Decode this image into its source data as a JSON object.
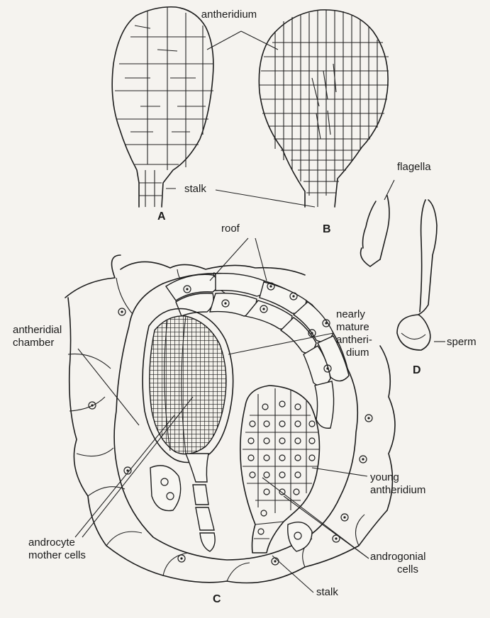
{
  "labels": {
    "antheridium": "antheridium",
    "stalk_top": "stalk",
    "panel_a": "A",
    "panel_b": "B",
    "flagella": "flagella",
    "roof": "roof",
    "nearly_mature_1": "nearly",
    "nearly_mature_2": "mature",
    "nearly_mature_3": "antheri-",
    "nearly_mature_4": "dium",
    "antheridial_chamber_1": "antheridial",
    "antheridial_chamber_2": "chamber",
    "sperm": "sperm",
    "panel_d": "D",
    "young_antheridium_1": "young",
    "young_antheridium_2": "antheridium",
    "androgonial_cells_1": "androgonial",
    "androgonial_cells_2": "cells",
    "androcyte_1": "androcyte",
    "androcyte_2": "mother cells",
    "stalk_bottom": "stalk",
    "panel_c": "C"
  }
}
